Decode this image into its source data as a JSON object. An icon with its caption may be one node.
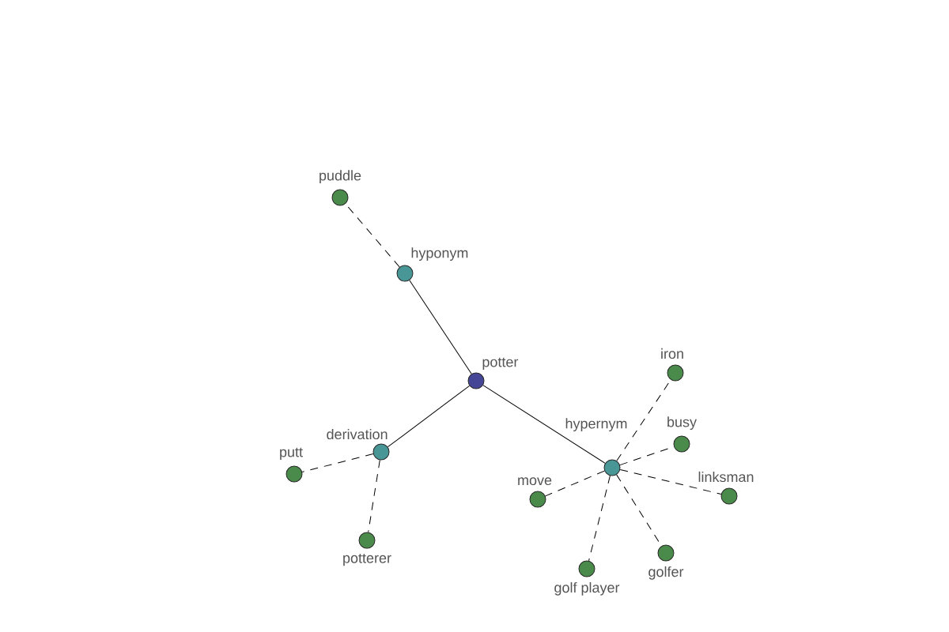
{
  "diagram": {
    "nodes": [
      {
        "text": [
          "puddle"
        ]
      },
      {
        "text": [
          "hyponym"
        ]
      },
      {
        "text": [
          "iron"
        ]
      },
      {
        "text": [
          "potter"
        ]
      },
      {
        "text": [
          "busy"
        ]
      },
      {
        "text": [
          "derivation"
        ]
      },
      {
        "text": [
          "hypernym"
        ]
      },
      {
        "text": [
          "putt"
        ]
      },
      {
        "text": [
          "linksman"
        ]
      },
      {
        "text": [
          "move"
        ]
      },
      {
        "text": [
          "potterer"
        ]
      },
      {
        "text": [
          "golfer"
        ]
      },
      {
        "text": [
          "golf player"
        ]
      }
    ],
    "edges": [
      {
        "from": 3,
        "to": 1,
        "arrow": "none"
      },
      {
        "from": 3,
        "to": 5,
        "arrow": "none"
      },
      {
        "from": 3,
        "to": 6,
        "arrow": "none"
      },
      {
        "from": 1,
        "to": 0,
        "arrow": "none",
        "style": "dashed"
      },
      {
        "from": 5,
        "to": 7,
        "arrow": "none",
        "style": "dashed"
      },
      {
        "from": 5,
        "to": 10,
        "arrow": "none",
        "style": "dashed"
      },
      {
        "from": 6,
        "to": 2,
        "arrow": "none",
        "style": "dashed"
      },
      {
        "from": 6,
        "to": 4,
        "arrow": "none",
        "style": "dashed"
      },
      {
        "from": 6,
        "to": 8,
        "arrow": "none",
        "style": "dashed"
      },
      {
        "from": 6,
        "to": 11,
        "arrow": "none",
        "style": "dashed"
      },
      {
        "from": 6,
        "to": 12,
        "arrow": "none",
        "style": "dashed"
      },
      {
        "from": 6,
        "to": 9,
        "arrow": "none",
        "style": "dashed"
      }
    ]
  }
}
